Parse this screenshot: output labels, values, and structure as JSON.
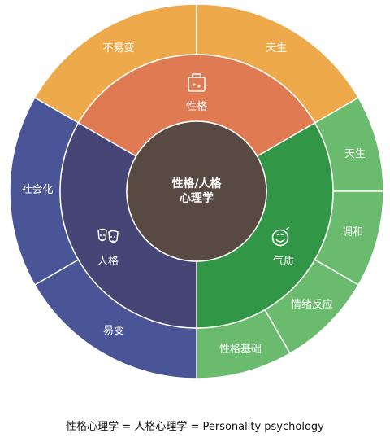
{
  "colors": {
    "orange_outer": "#EDA94A",
    "orange_middle": "#E07A52",
    "green_outer": "#6BBB6E",
    "green_middle": "#319646",
    "purple_outer": "#4A5597",
    "purple_middle": "#454676",
    "center": "#584A43",
    "divider": "#ffffff"
  },
  "center": {
    "line1": "性格/人格",
    "line2": "心理学"
  },
  "middle_ring": {
    "temperament": {
      "label": "性格",
      "icon": "suitcase-icon"
    },
    "qi": {
      "label": "气质",
      "icon": "smiley-icon"
    },
    "personality": {
      "label": "人格",
      "icon": "theater-masks-icon"
    }
  },
  "outer_ring": {
    "unchangeable": "不易变",
    "innate_top": "天生",
    "innate_right": "天生",
    "harmony": "调和",
    "emotional_reaction": "情绪反应",
    "personality_basis": "性格基础",
    "changeable": "易变",
    "socialization": "社会化"
  },
  "caption": "性格心理学 = 人格心理学 = Personality psychology"
}
